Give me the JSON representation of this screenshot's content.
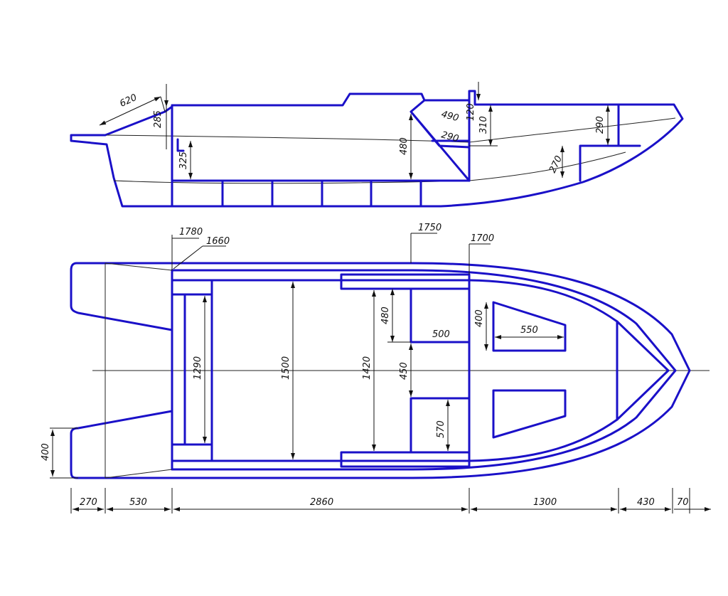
{
  "colors": {
    "hull": "#1a10c8",
    "dimension": "#111111",
    "background": "#ffffff"
  },
  "side_view": {
    "dimensions": {
      "d620": "620",
      "d285": "285",
      "d325": "325",
      "d480": "480",
      "d490": "490",
      "d120": "120",
      "d310": "310",
      "d290a": "290",
      "d290b": "290",
      "d270": "270"
    }
  },
  "plan_view": {
    "dimensions": {
      "d1780": "1780",
      "d1660": "1660",
      "d1750": "1750",
      "d1700": "1700",
      "d1290": "1290",
      "d1500": "1500",
      "d1420": "1420",
      "d480": "480",
      "d500": "500",
      "d450": "450",
      "d570": "570",
      "d400a": "400",
      "d550": "550",
      "d400b": "400"
    }
  },
  "bottom_dimensions": {
    "d270": "270",
    "d530": "530",
    "d2860": "2860",
    "d1300": "1300",
    "d430": "430",
    "d70": "70"
  }
}
